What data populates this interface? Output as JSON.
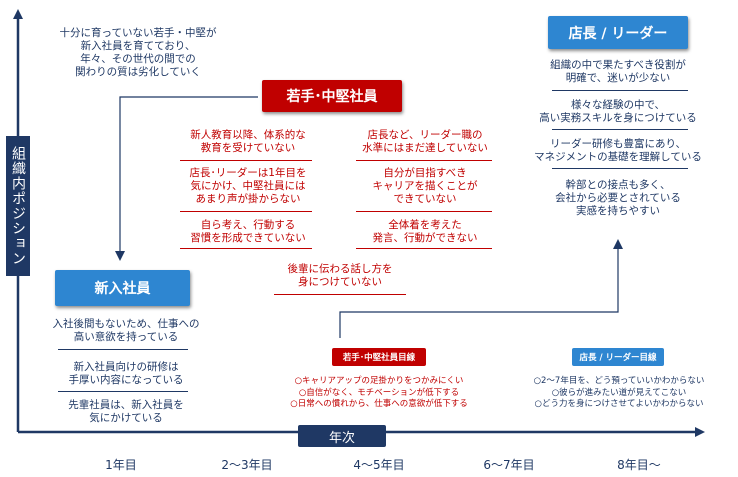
{
  "y_axis_label": "組織内ポジション",
  "x_axis_label": "年次",
  "x_ticks": [
    "1年目",
    "2～3年目",
    "4～5年目",
    "6～7年目",
    "8年目～"
  ],
  "top_note": "十分に育っていない若手・中堅が\n新入社員を育てており、\n年々、その世代の間での\n関わりの質は劣化していく",
  "new_hire": {
    "title": "新入社員",
    "items": [
      "入社後間もないため、仕事への\n高い意欲を持っている",
      "新入社員向けの研修は\n手厚い内容になっている",
      "先輩社員は、新入社員を\n気にかけている"
    ]
  },
  "young_mid": {
    "title": "若手･中堅社員",
    "left_items": [
      "新人教育以降、体系的な\n教育を受けていない",
      "店長･リーダーは1年目を\n気にかけ、中堅社員には\nあまり声が掛からない",
      "自ら考え、行動する\n習慣を形成できていない"
    ],
    "right_items": [
      "店長など、リーダー職の\n水準にはまだ達していない",
      "自分が目指すべき\nキャリアを描くことが\nできていない",
      "全体着を考えた\n発言、行動ができない"
    ],
    "bottom_item": "後輩に伝わる話し方を\n身につけていない"
  },
  "manager": {
    "title": "店長 / リーダー",
    "items": [
      "組織の中で果たすべき役割が\n明確で、迷いが少ない",
      "様々な経験の中で、\n高い実務スキルを身につけている",
      "リーダー研修も豊富にあり、\nマネジメントの基礎を理解している",
      "幹部との接点も多く、\n会社から必要とされている\n実感を持ちやすい"
    ]
  },
  "young_mid_view": {
    "title": "若手･中堅社員目線",
    "items": "○キャリアアップの足掛かりをつかみにくい\n○自信がなく、モチベーションが低下する\n○日常への慣れから、仕事への意欲が低下する"
  },
  "manager_view": {
    "title": "店長 / リーダー目線",
    "items": "○2～7年目を、どう預っていいかわからない\n○彼らが進みたい道が見えてこない\n○どう力を身につけさせてよいかわからない"
  },
  "colors": {
    "navy": "#1f3864",
    "blue": "#2e86d1",
    "red": "#c00000"
  }
}
